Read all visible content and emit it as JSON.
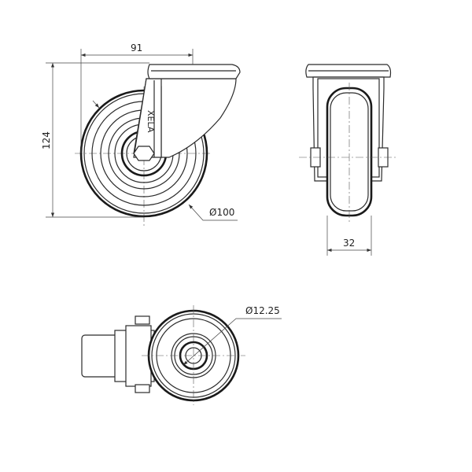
{
  "drawing": {
    "dimensions": {
      "width": "91",
      "height": "124",
      "wheel_diameter": "Ø100",
      "wheel_width": "32",
      "bore_diameter": "Ø12.25"
    },
    "logo_text": "XELA"
  }
}
